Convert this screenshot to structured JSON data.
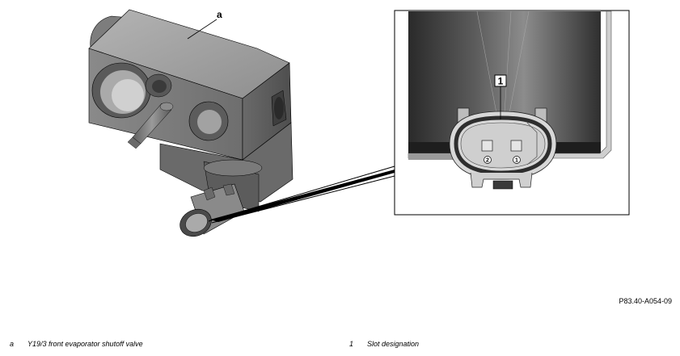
{
  "callouts": {
    "a": "a",
    "one": "1"
  },
  "connector": {
    "pin_left": "2",
    "pin_right": "1"
  },
  "figure_code": "P83.40-A054-09",
  "legend": [
    {
      "key": "a",
      "text": "Y19/3 front evaporator shutoff valve"
    },
    {
      "key": "1",
      "text": "Slot designation"
    }
  ],
  "colors": {
    "line": "#000000",
    "body_light": "#9a9a9a",
    "body_mid": "#7a7a7a",
    "body_dark": "#555555",
    "background": "#ffffff"
  }
}
